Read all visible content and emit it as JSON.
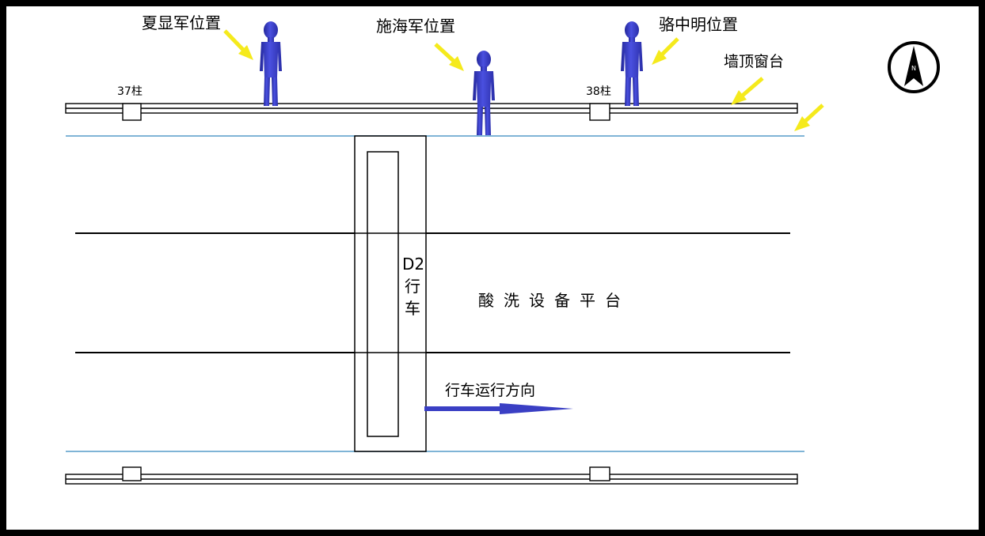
{
  "people": [
    {
      "name_label": "夏显军位置"
    },
    {
      "name_label": "施海军位置"
    },
    {
      "name_label": "骆中明位置"
    }
  ],
  "labels": {
    "wall_window": "墙顶窗台",
    "pillar_37": "37柱",
    "pillar_38": "38柱",
    "crane": "D2行车",
    "platform": "酸洗设备平台",
    "travel_direction": "行车运行方向",
    "compass_n": "N"
  },
  "colors": {
    "person": "#3b3fd0",
    "arrow_yellow": "#f5ea1c",
    "rail_blue": "#7fb4d6",
    "direction_arrow": "#3a3fc4"
  }
}
